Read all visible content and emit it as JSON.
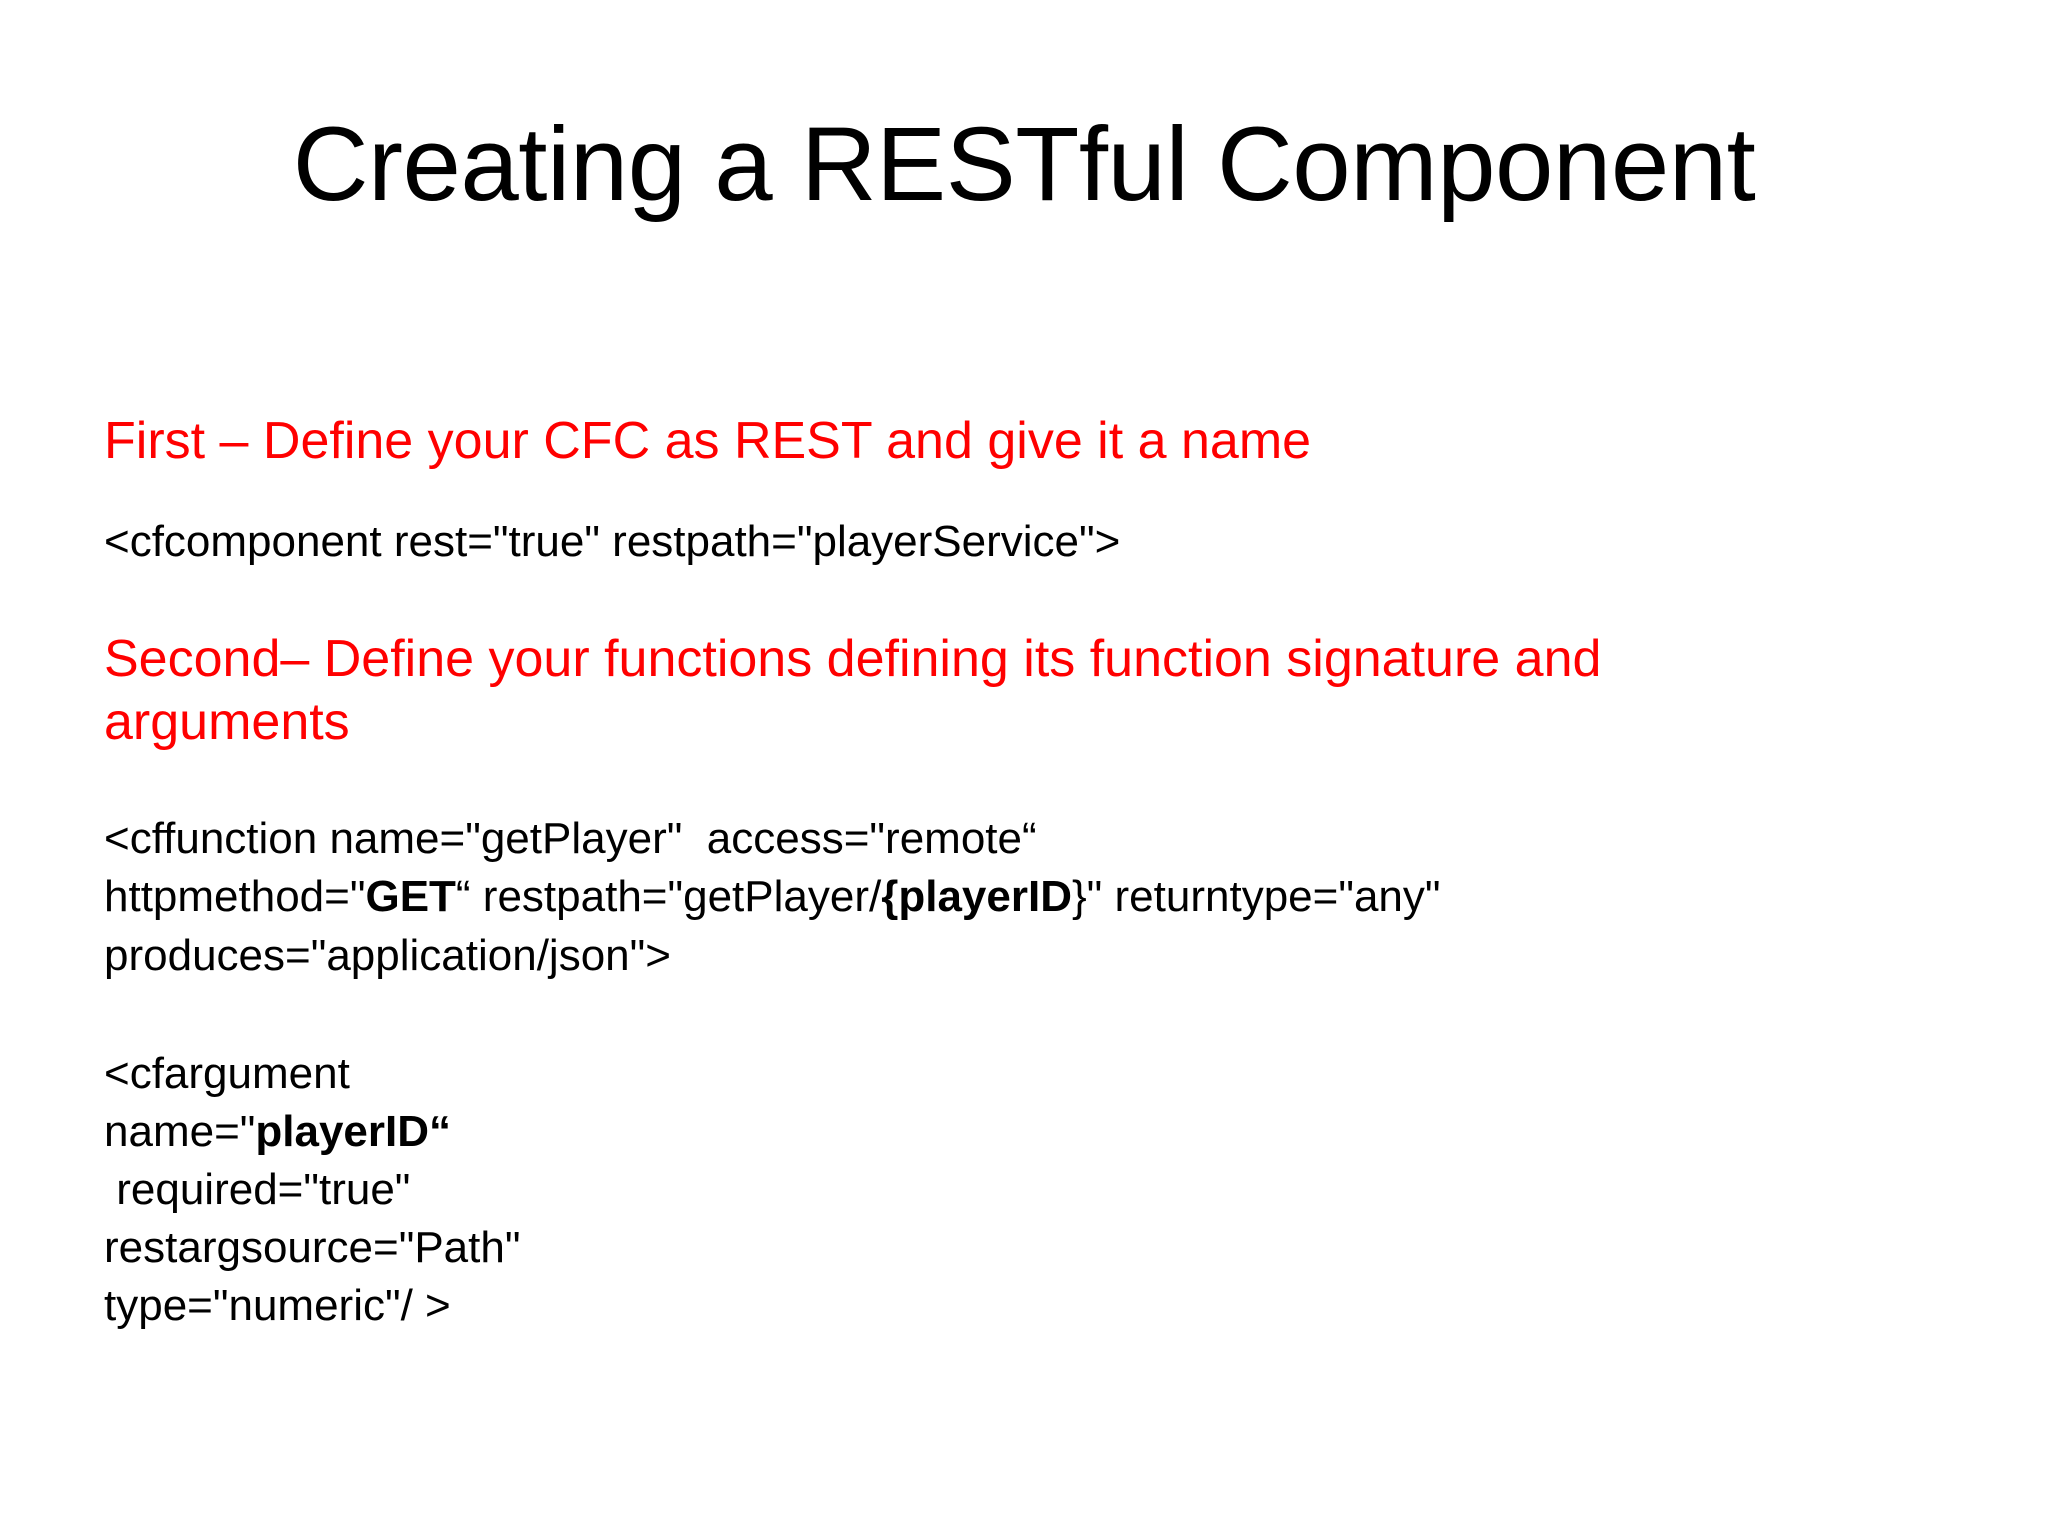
{
  "slide": {
    "title": "Creating a RESTful Component",
    "background_color": "#FFFFFF",
    "accent_color": "#FF0000",
    "text_color": "#000000",
    "sections": [
      {
        "heading": "First – Define your CFC as REST and give it a name",
        "code": "<cfcomponent rest=\"true\" restpath=\"playerService\">"
      },
      {
        "heading": "Second– Define your functions defining its function signature and arguments",
        "code_block_1_part_1": "<cffunction name=\"getPlayer\"  access=\"remote“\nhttpmethod=\"",
        "code_block_1_bold_1": "GET",
        "code_block_1_part_2": "“ restpath=\"getPlayer/",
        "code_block_1_bold_2": "{playerID",
        "code_block_1_part_3": "}\" returntype=\"any\"\nproduces=\"application/json\">",
        "code_block_2_part_1": "<cfargument\nname=\"",
        "code_block_2_bold_1": "playerID“",
        "code_block_2_part_2": "\n required=\"true\"\nrestargsource=\"Path\"\ntype=\"numeric\"/ >"
      }
    ]
  }
}
